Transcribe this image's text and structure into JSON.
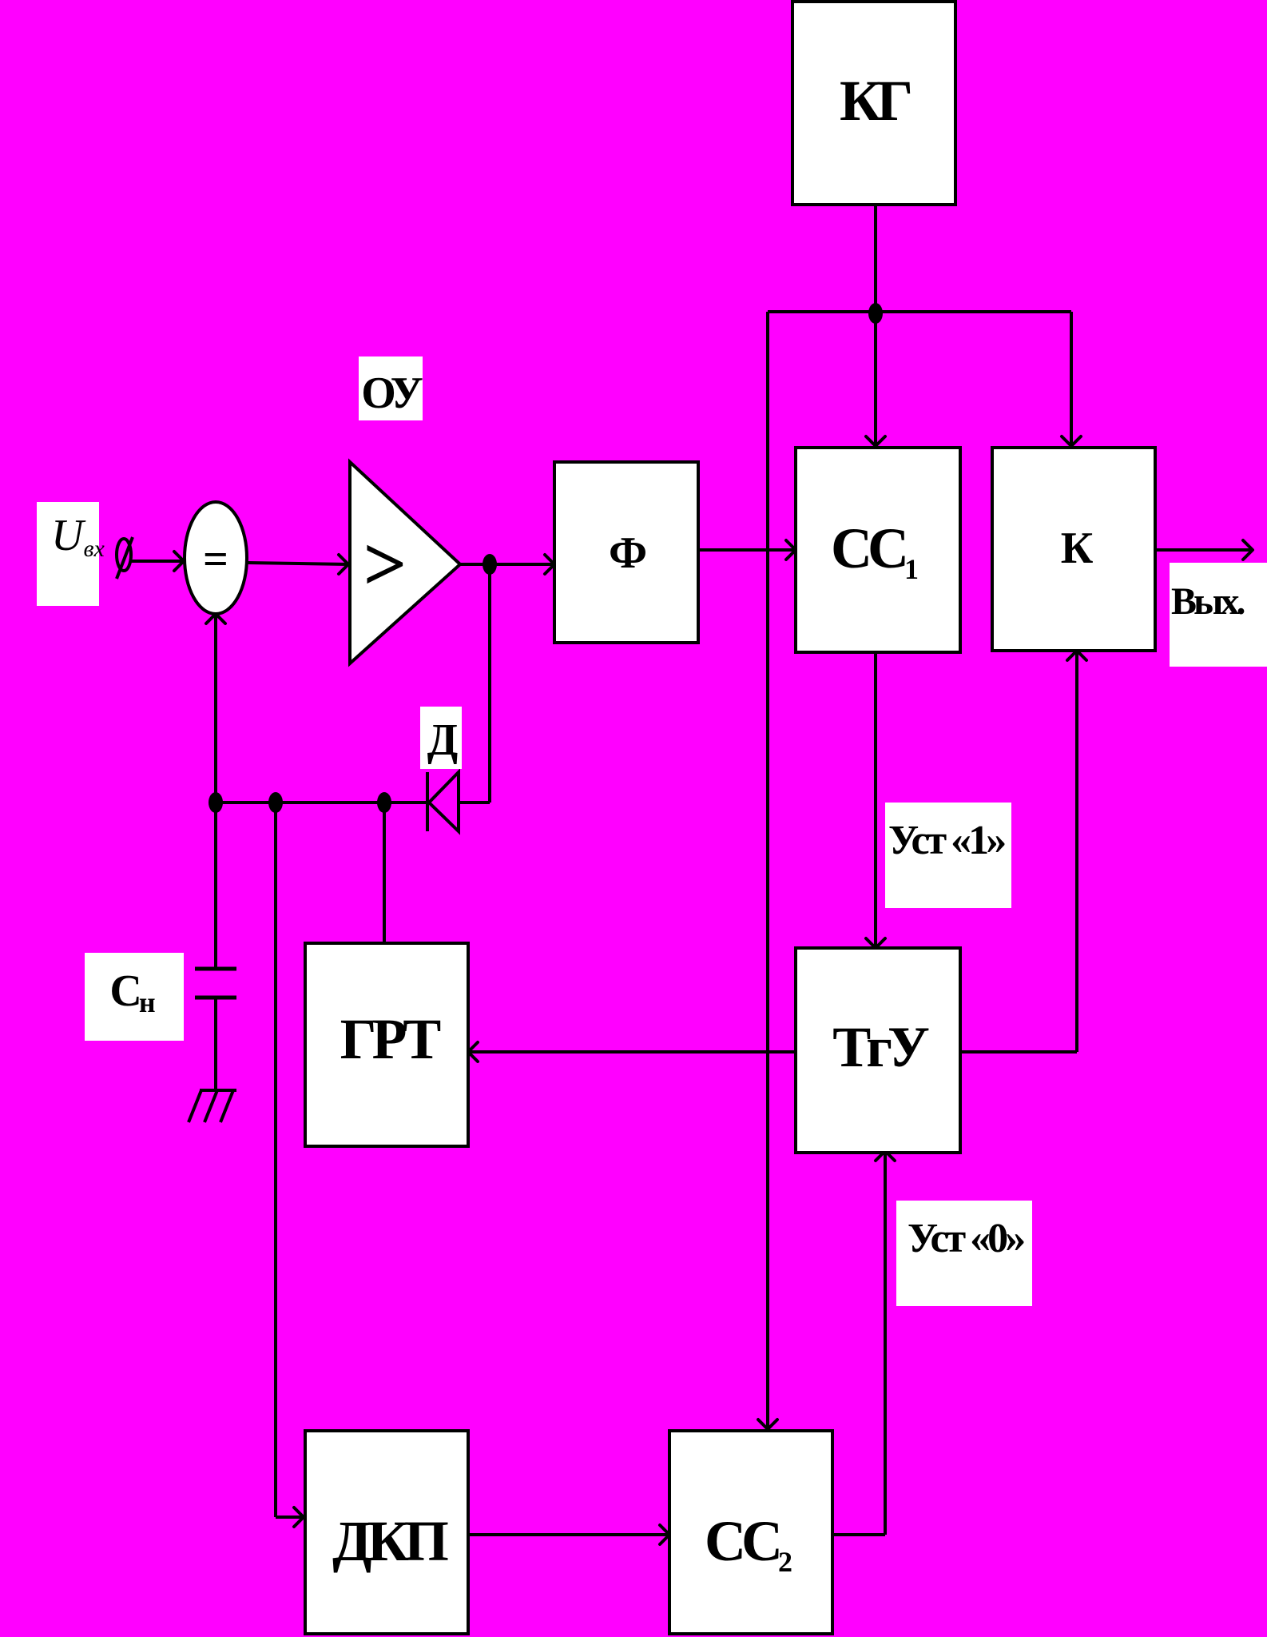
{
  "colors": {
    "background": "#ff00ff",
    "block_fill": "#ffffff",
    "line": "#000000"
  },
  "labels": {
    "input": "U",
    "input_sub": "вх",
    "opamp": "ОУ",
    "diode": "Д",
    "capacitor": "С",
    "capacitor_sub": "н",
    "output": "Вых.",
    "set_one": "Уст «1»",
    "set_zero": "Уст «0»"
  },
  "blocks": {
    "comparator": "=",
    "amplifier": ">",
    "kg": "КГ",
    "f": "Ф",
    "cc1": "СС",
    "cc1_sub": "1",
    "k": "К",
    "tgu": "ТгУ",
    "grt": "ГРТ",
    "dkp": "ДКП",
    "cc2": "СС",
    "cc2_sub": "2"
  }
}
